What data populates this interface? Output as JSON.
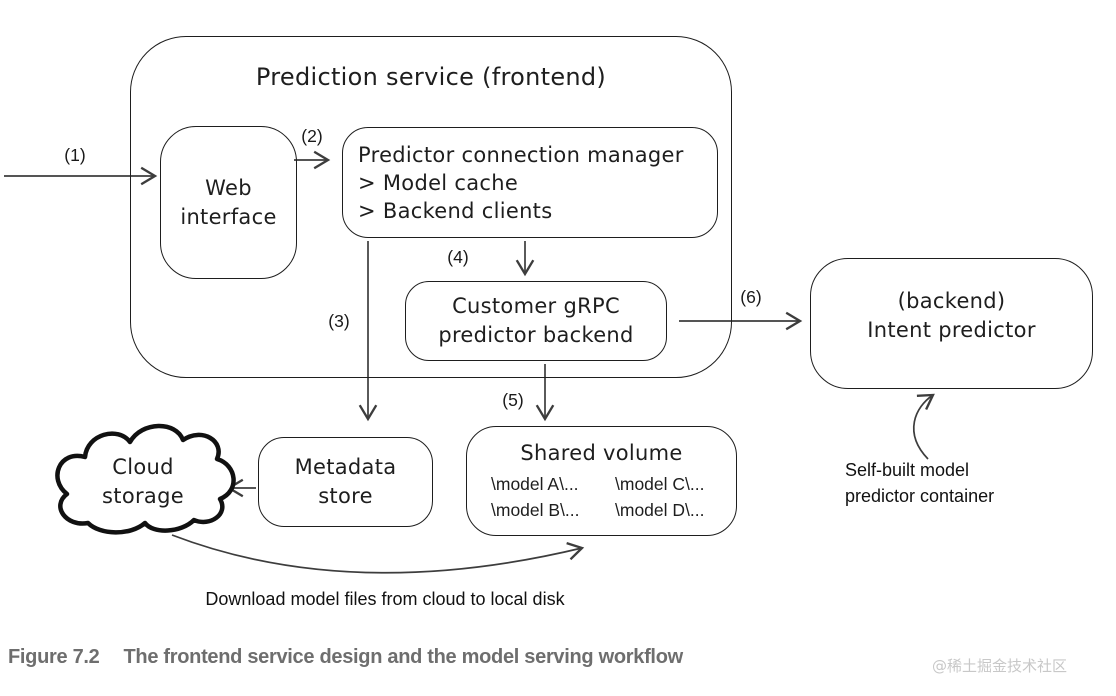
{
  "colors": {
    "ink": "#1e1e1e",
    "arrow": "#3d3d3d",
    "cloud_stroke": "#111111",
    "caption_gray": "#6e6e6e",
    "watermark_gray": "#c8c8c8"
  },
  "container": {
    "title": "Prediction service (frontend)"
  },
  "nodes": {
    "web_interface": {
      "line1": "Web",
      "line2": "interface"
    },
    "connection_manager": {
      "line1": "Predictor connection manager",
      "line2": "> Model cache",
      "line3": "> Backend clients"
    },
    "grpc_backend": {
      "line1": "Customer gRPC",
      "line2": "predictor backend"
    },
    "intent_predictor": {
      "line1": "(backend)",
      "line2": "Intent predictor"
    },
    "metadata_store": {
      "line1": "Metadata",
      "line2": "store"
    },
    "cloud_storage": {
      "line1": "Cloud",
      "line2": "storage"
    },
    "shared_volume": {
      "title": "Shared volume",
      "model_a": "\\model A\\...",
      "model_c": "\\model C\\...",
      "model_b": "\\model B\\...",
      "model_d": "\\model D\\..."
    }
  },
  "steps": {
    "s1": "(1)",
    "s2": "(2)",
    "s3": "(3)",
    "s4": "(4)",
    "s5": "(5)",
    "s6": "(6)"
  },
  "annotations": {
    "self_built_line1": "Self-built model",
    "self_built_line2": "predictor container",
    "download_note": "Download model files from cloud to local disk"
  },
  "caption": {
    "label": "Figure 7.2",
    "text": "The frontend service design and the model serving workflow"
  },
  "watermark": "@稀土掘金技术社区"
}
